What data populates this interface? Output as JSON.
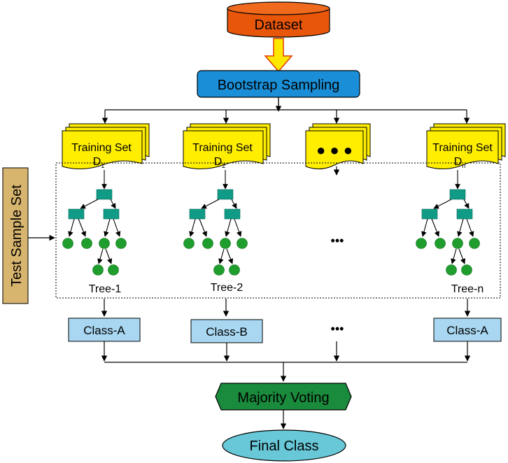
{
  "diagram": {
    "dataset_label": "Dataset",
    "bootstrap_label": "Bootstrap Sampling",
    "test_sample_label": "Test Sample Set",
    "training_sets": [
      {
        "title": "Training Set",
        "symbol": "D",
        "subscript": "1"
      },
      {
        "title": "Training Set",
        "symbol": "D",
        "subscript": "2"
      },
      {
        "title": "Training Set",
        "symbol": "D",
        "subscript": "n"
      }
    ],
    "ellipsis_doc": "● ● ●",
    "ellipsis_small": "•••",
    "trees": [
      "Tree-1",
      "Tree-2",
      "Tree-n"
    ],
    "classes": [
      "Class-A",
      "Class-B",
      "Class-A"
    ],
    "majority_label": "Majority Voting",
    "final_label": "Final Class",
    "colors": {
      "dataset_fill": "#e8560a",
      "dataset_arrow": "#ffe800",
      "bootstrap_fill": "#1a8fd8",
      "doc_fill": "#ffee00",
      "tree_node": "#109b86",
      "leaf": "#1f9e2e",
      "class_fill": "#a9d7f2",
      "majority_fill": "#1a8a3c",
      "final_fill": "#68c8d8",
      "test_fill": "#d8b56e"
    }
  }
}
